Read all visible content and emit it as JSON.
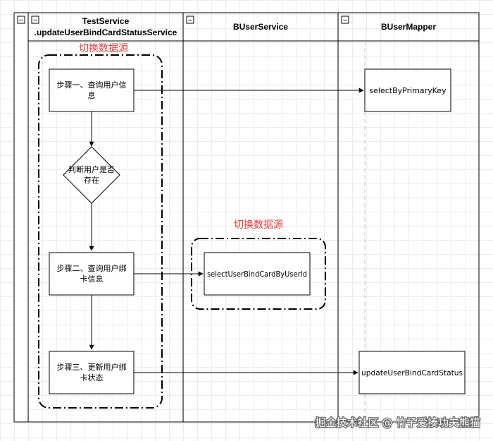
{
  "lanes": [
    {
      "title": [
        "TestService",
        ".updateUserBindCardStatusService"
      ]
    },
    {
      "title": [
        "BUserService"
      ]
    },
    {
      "title": [
        "BUserMapper"
      ]
    }
  ],
  "collapse_glyph": "−",
  "regions": [
    {
      "label": "切换数据源"
    },
    {
      "label": "切换数据源"
    }
  ],
  "steps": [
    {
      "lines": [
        "步骤一、查询用户信",
        "息"
      ]
    },
    {
      "lines": [
        "判断用户是否",
        "存在"
      ]
    },
    {
      "lines": [
        "步骤二、查询用户绑",
        "卡信息"
      ]
    },
    {
      "lines": [
        "步骤三、更新用户绑",
        "卡状态"
      ]
    }
  ],
  "targets": [
    {
      "text": "selectByPrimaryKey"
    },
    {
      "text": "selectUserBindCardByUserId"
    },
    {
      "text": "updateUserBindCardStatus"
    }
  ],
  "watermark": "掘金技术社区 @ 竹子爱揍功夫熊猫",
  "colors": {
    "line": "#000000",
    "region_label": "#e03a3a",
    "lane_fill": "#ffffff"
  }
}
